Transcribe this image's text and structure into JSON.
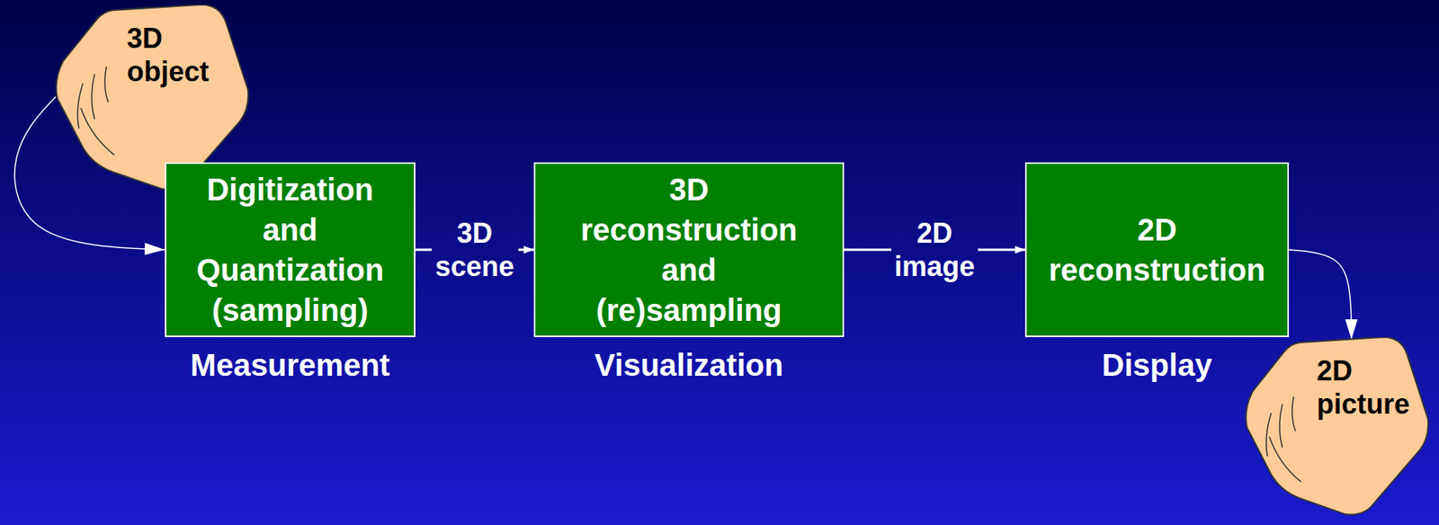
{
  "diagram": {
    "nodes": [
      {
        "text": [
          "3D object"
        ]
      },
      {
        "text": [
          "Digitization and Quantization (sampling)"
        ]
      },
      {
        "text": [
          "3D reconstruction and (re)sampling"
        ]
      },
      {
        "text": [
          "2D reconstruction"
        ]
      },
      {
        "text": [
          "2D picture"
        ]
      }
    ],
    "edges": [
      {
        "from": 0,
        "to": 1,
        "arrow": "to"
      },
      {
        "from": 1,
        "to": 2,
        "label": "3D scene",
        "arrow": "to"
      },
      {
        "from": 2,
        "to": 3,
        "label": "2D image",
        "arrow": "to"
      },
      {
        "from": 3,
        "to": 4,
        "arrow": "to"
      }
    ],
    "labels": [
      "Measurement",
      "Visualization",
      "Display"
    ]
  }
}
